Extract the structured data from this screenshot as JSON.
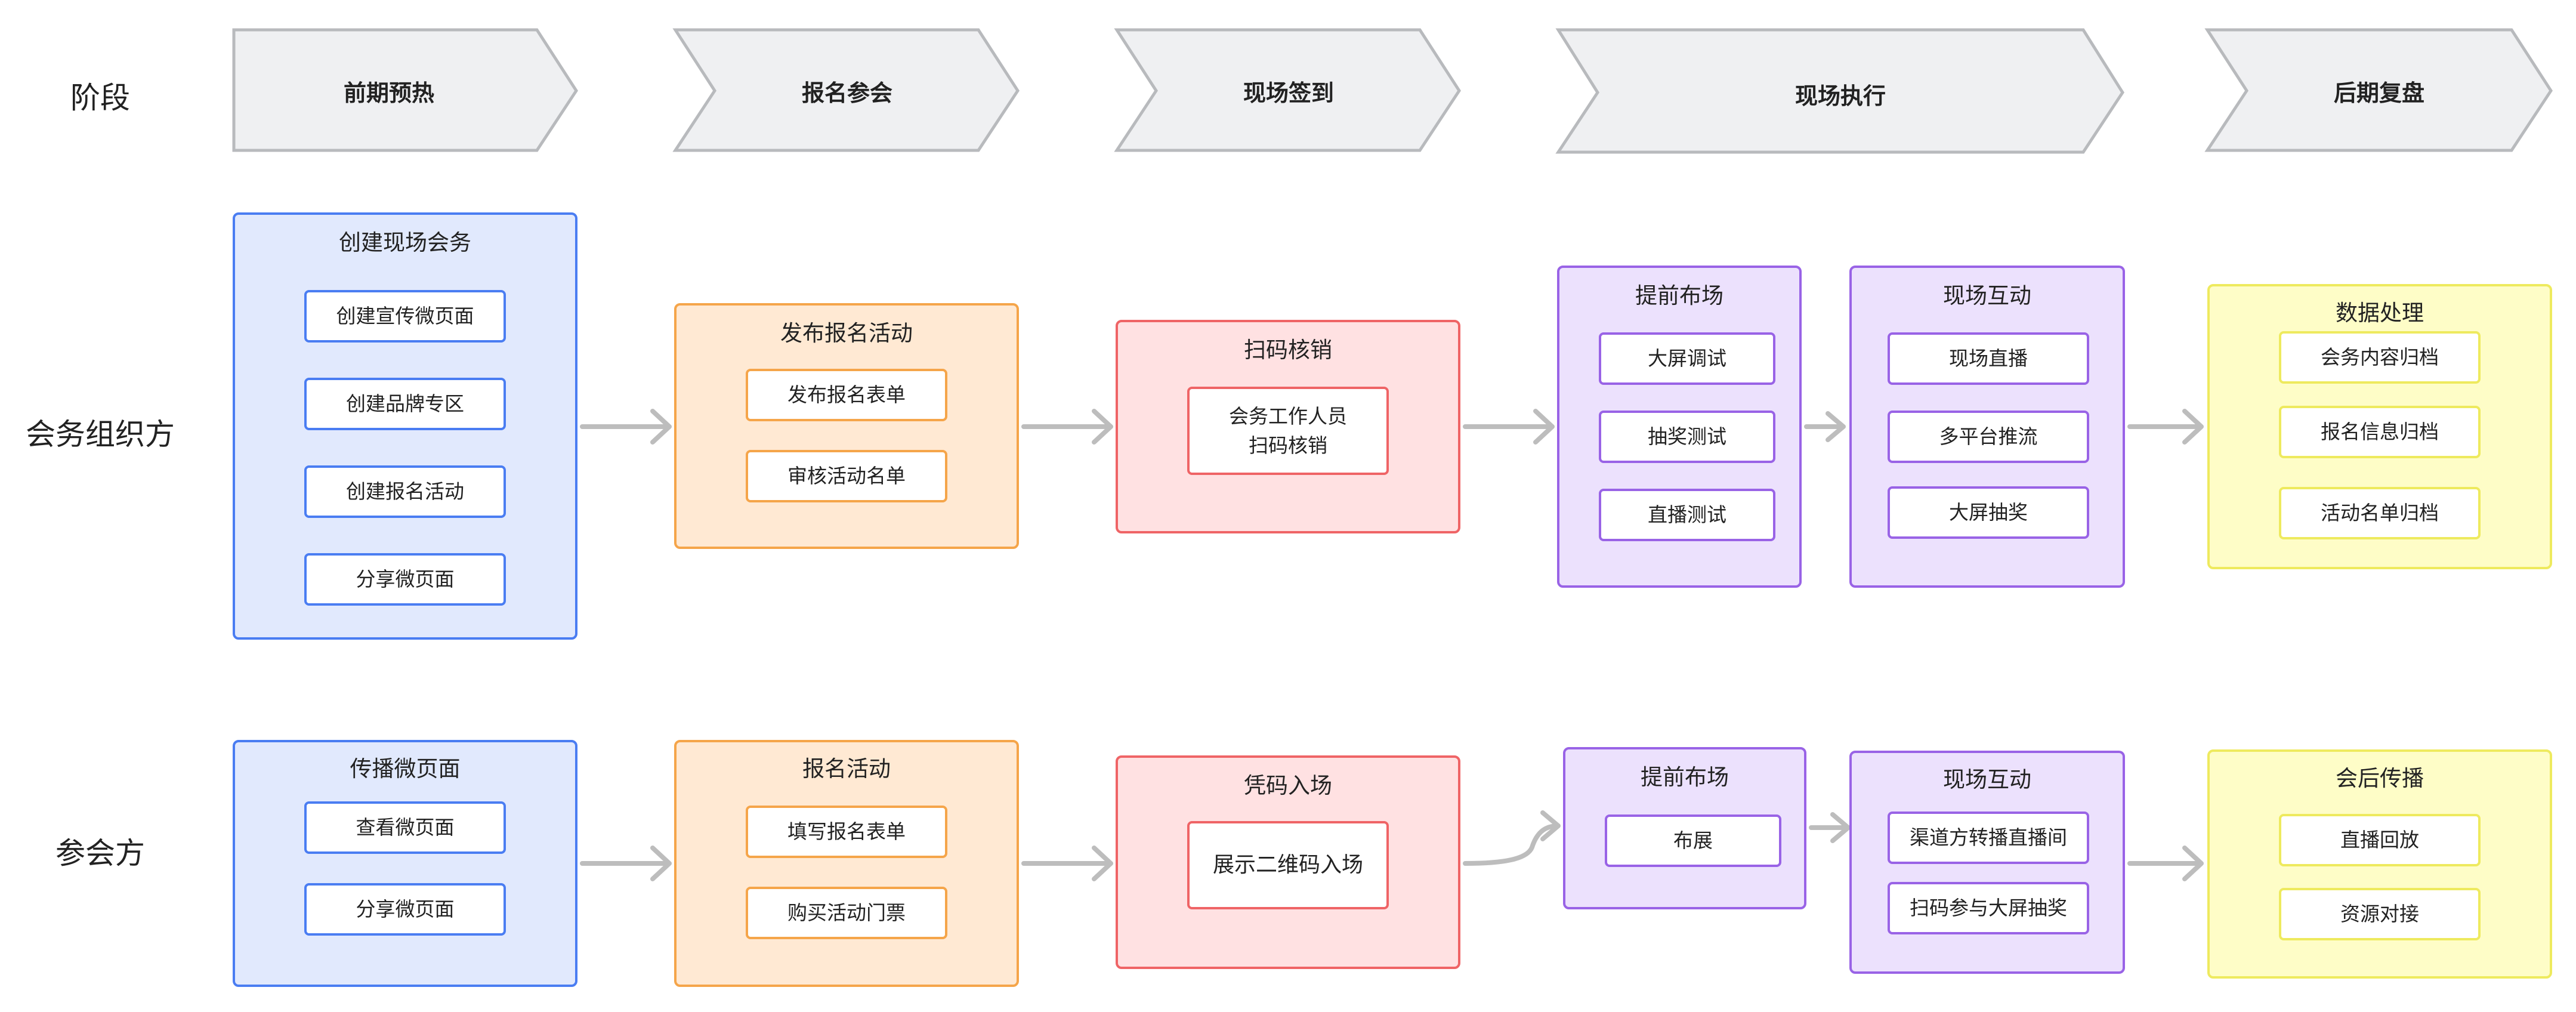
{
  "row_labels": {
    "stage": "阶段",
    "organizer": "会务组织方",
    "attendee": "参会方"
  },
  "stages": [
    "前期预热",
    "报名参会",
    "现场签到",
    "现场执行",
    "后期复盘"
  ],
  "organizer": {
    "warmup": {
      "title": "创建现场会务",
      "items": [
        "创建宣传微页面",
        "创建品牌专区",
        "创建报名活动",
        "分享微页面"
      ]
    },
    "signup": {
      "title": "发布报名活动",
      "items": [
        "发布报名表单",
        "审核活动名单"
      ]
    },
    "checkin": {
      "title": "扫码核销",
      "items": [
        "会务工作人员",
        "扫码核销"
      ]
    },
    "setup": {
      "title": "提前布场",
      "items": [
        "大屏调试",
        "抽奖测试",
        "直播测试"
      ]
    },
    "interact": {
      "title": "现场互动",
      "items": [
        "现场直播",
        "多平台推流",
        "大屏抽奖"
      ]
    },
    "review": {
      "title": "数据处理",
      "items": [
        "会务内容归档",
        "报名信息归档",
        "活动名单归档"
      ]
    }
  },
  "attendee": {
    "warmup": {
      "title": "传播微页面",
      "items": [
        "查看微页面",
        "分享微页面"
      ]
    },
    "signup": {
      "title": "报名活动",
      "items": [
        "填写报名表单",
        "购买活动门票"
      ]
    },
    "checkin": {
      "title": "凭码入场",
      "items": [
        "展示二维码入场"
      ]
    },
    "setup": {
      "title": "提前布场",
      "items": [
        "布展"
      ]
    },
    "interact": {
      "title": "现场互动",
      "items": [
        "渠道方转播直播间",
        "扫码参与大屏抽奖"
      ]
    },
    "review": {
      "title": "会后传播",
      "items": [
        "直播回放",
        "资源对接"
      ]
    }
  },
  "colors": {
    "chevron_fill": "#eff0f2",
    "chevron_stroke": "#b8babd",
    "connector": "#bdbdbd",
    "blue": "#4a7df2",
    "orange": "#f5a54a",
    "red": "#ef6466",
    "purple": "#9963e6",
    "yellow": "#eeea5e"
  }
}
